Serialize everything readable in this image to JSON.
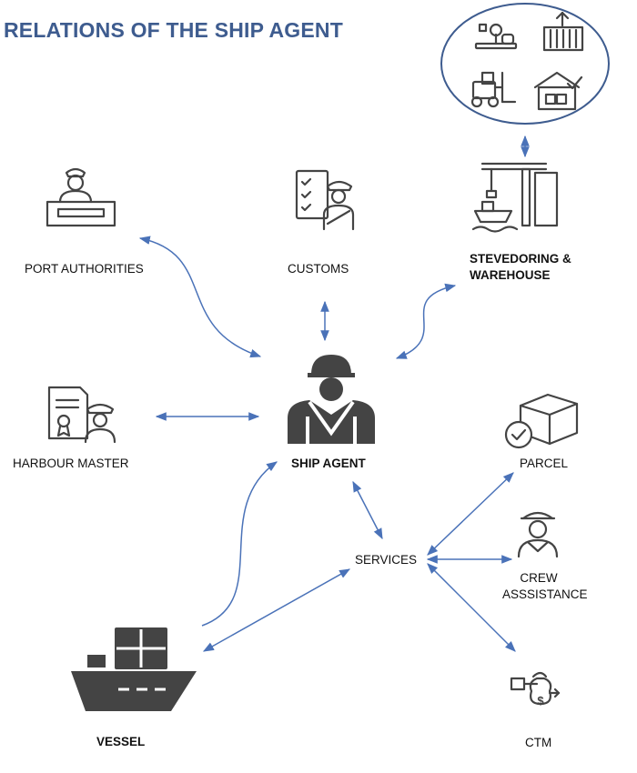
{
  "title": "RELATIONS OF THE SHIP AGENT",
  "nodes": {
    "port_authorities": "PORT AUTHORITIES",
    "customs": "CUSTOMS",
    "stevedoring_line1": "STEVEDORING &",
    "stevedoring_line2": "WAREHOUSE",
    "harbour_master": "HARBOUR MASTER",
    "ship_agent": "SHIP AGENT",
    "parcel": "PARCEL",
    "services": "SERVICES",
    "crew_line1": "CREW",
    "crew_line2": "ASSSISTANCE",
    "vessel": "VESSEL",
    "ctm": "CTM"
  },
  "colors": {
    "title": "#3e5c8f",
    "arrows": "#4a72b8",
    "icons": "#444444",
    "oval_border": "#3e5c8f"
  },
  "icons": [
    "scale-icon",
    "container-icon",
    "forklift-icon",
    "warehouse-icon",
    "port-authority-icon",
    "customs-icon",
    "crane-ship-icon",
    "harbour-master-icon",
    "ship-agent-icon",
    "parcel-icon",
    "sailor-icon",
    "vessel-icon",
    "money-transfer-icon"
  ]
}
